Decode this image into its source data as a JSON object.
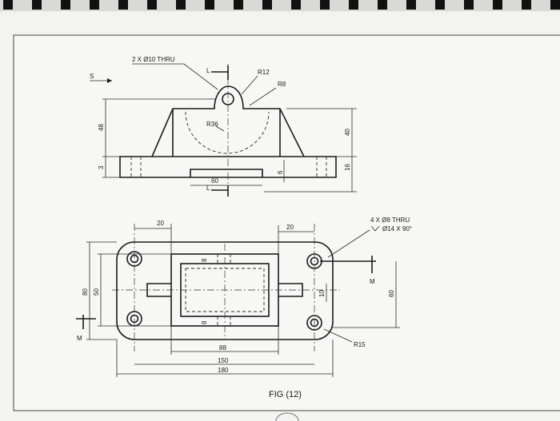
{
  "drawing": {
    "figure_label": "FIG (12)",
    "top_view": {
      "hole_note": "2 X Ø10 THRU",
      "section_letter_s": "S",
      "section_letter_l_top": "L",
      "section_letter_l_bottom": "L",
      "radius_outer": "R12",
      "radius_inner": "R8",
      "radius_arc": "R36",
      "dim_height_total": "48",
      "dim_base_thickness": "3",
      "dim_center_width": "60",
      "dim_slot_depth": "6",
      "dim_right_height": "40",
      "dim_right_base": "16"
    },
    "plan_view": {
      "hole_note_line1": "4 X Ø8 THRU",
      "hole_note_line2": "Ø14 X 90°",
      "section_letter_m_left": "M",
      "section_letter_m_right": "M",
      "dim_top_left": "20",
      "dim_top_right": "20",
      "dim_inner_top": "8",
      "dim_inner_bottom": "8",
      "dim_slot": "10",
      "dim_height_outer": "80",
      "dim_height_inner": "50",
      "dim_height_right": "60",
      "dim_corner_radius": "R15",
      "dim_width_inner": "88",
      "dim_width_holes": "150",
      "dim_width_total": "180"
    }
  }
}
